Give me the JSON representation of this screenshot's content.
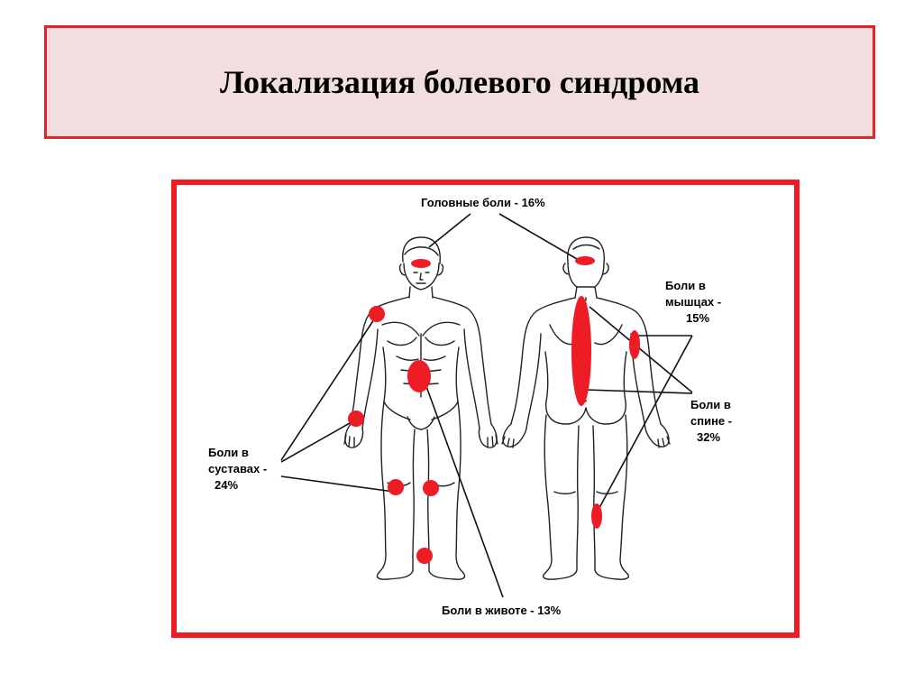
{
  "slide": {
    "title": "Локализация болевого синдрома"
  },
  "labels": {
    "head": "Головные боли - 16%",
    "muscles_1": "Боли в",
    "muscles_2": "мышцах -",
    "muscles_3": "15%",
    "back_1": "Боли в",
    "back_2": "спине -",
    "back_3": "32%",
    "joints_1": "Боли в",
    "joints_2": "суставах -",
    "joints_3": "24%",
    "abdomen": "Боли в животе - 13%"
  },
  "colors": {
    "frame": "#ef1c24",
    "title_border": "#e3232a",
    "title_bg": "#f2dedf",
    "pain_spot": "#ee1c25"
  }
}
